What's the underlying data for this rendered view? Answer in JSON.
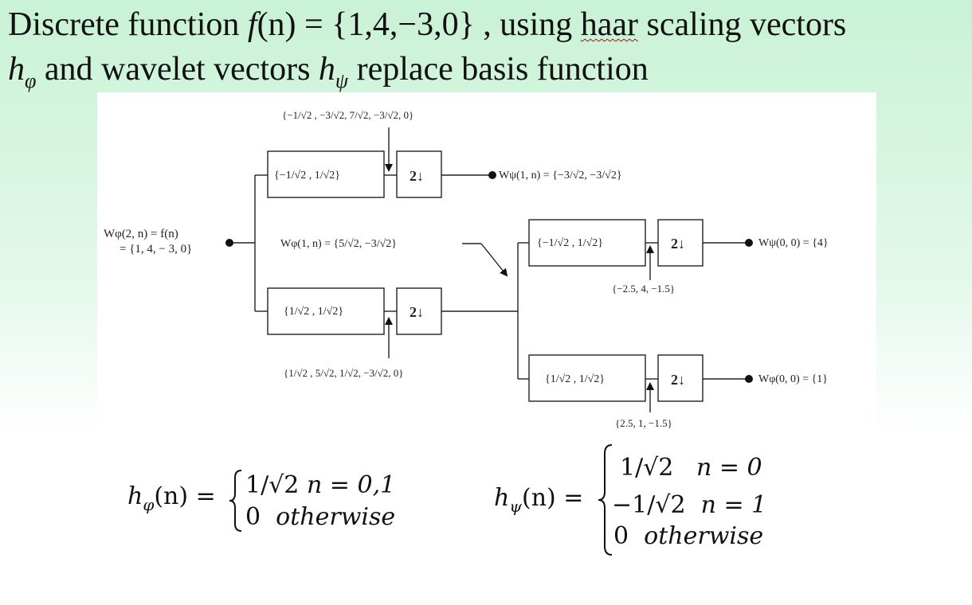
{
  "title": {
    "line1_prefix": "Discrete function ",
    "line1_func": "f",
    "line1_mid": "(n) = {1,4,−3,0} , using ",
    "line1_haar": "haar",
    "line1_suffix": " scaling vectors",
    "line2_h": "h",
    "line2_phi_sub": "φ",
    "line2_mid": " and wavelet vectors ",
    "line2_h2": "h",
    "line2_psi_sub": "ψ",
    "line2_suffix": " replace basis function"
  },
  "diagram": {
    "input_label_1": "Wφ(2, n) = f(n)",
    "input_label_2": "= {1, 4,  − 3, 0}",
    "top_filter": "{−1/√2 , 1/√2}",
    "bottom_filter": "{1/√2 , 1/√2}",
    "downsample": "2↓",
    "top_conv": "{−1/√2 , −3/√2, 7/√2, −3/√2, 0}",
    "bottom_conv": "{1/√2 , 5/√2, 1/√2, −3/√2, 0}",
    "w_psi_1n": "Wψ(1, n) = {−3/√2, −3/√2}",
    "w_phi_1n": "Wφ(1, n) = {5/√2, −3/√2}",
    "stage2_top_filter": "{−1/√2 , 1/√2}",
    "stage2_bottom_filter": "{1/√2 , 1/√2}",
    "stage2_top_conv": "{−2.5, 4, −1.5}",
    "stage2_bottom_conv": "{2.5, 1, −1.5}",
    "w_psi_00": "Wψ(0, 0) = {4}",
    "w_phi_00": "Wφ(0, 0) = {1}"
  },
  "formulas": {
    "h_phi_lhs_h": "h",
    "h_phi_lhs_sub": "φ",
    "h_phi_lhs_rest": "(n) =",
    "h_phi_case1_val": "1/√2",
    "h_phi_case1_cond": "n = 0,1",
    "h_phi_case2_val": "0",
    "h_phi_case2_cond": "otherwise",
    "h_psi_lhs_h": "h",
    "h_psi_lhs_sub": "ψ",
    "h_psi_lhs_rest": "(n) =",
    "h_psi_case1_val": "1/√2",
    "h_psi_case1_cond": "n = 0",
    "h_psi_case2_val": "−1/√2",
    "h_psi_case2_cond": "n = 1",
    "h_psi_case3_val": "0",
    "h_psi_case3_cond": "otherwise"
  }
}
